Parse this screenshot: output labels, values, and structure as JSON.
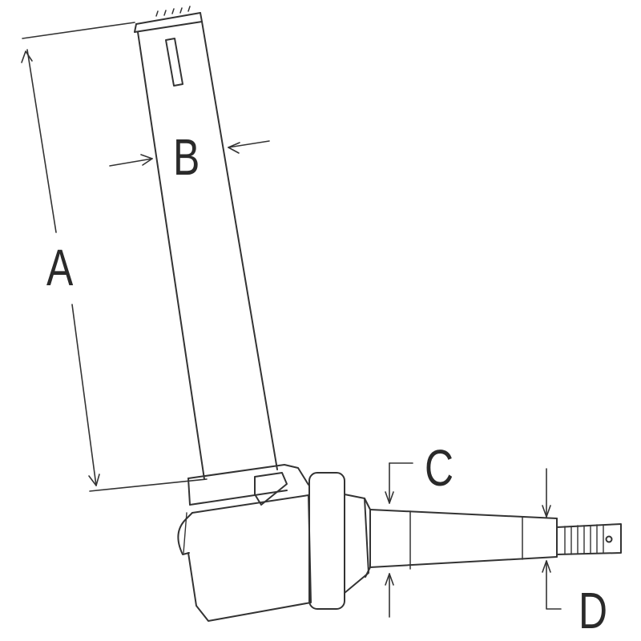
{
  "labels": {
    "a": "A",
    "b": "B",
    "c": "C",
    "d": "D"
  },
  "colors": {
    "line": "#333333",
    "background": "#ffffff"
  }
}
